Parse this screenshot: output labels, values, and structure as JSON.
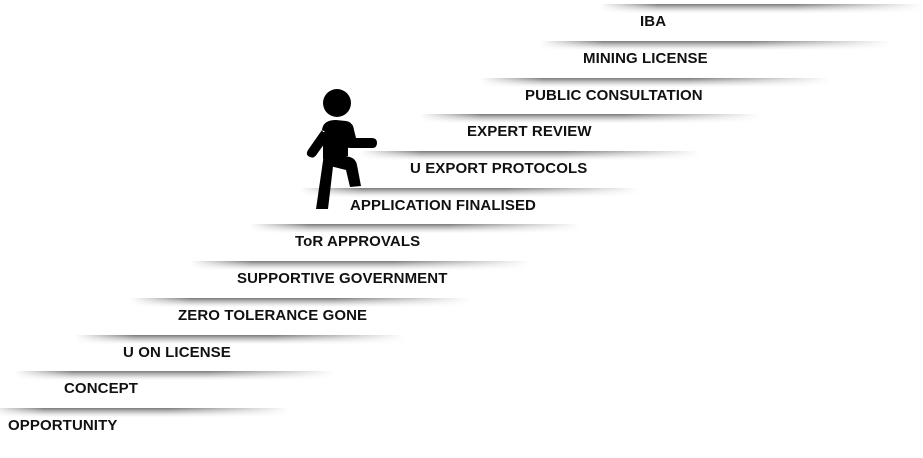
{
  "steps": [
    {
      "label": "OPPORTUNITY"
    },
    {
      "label": "CONCEPT"
    },
    {
      "label": "U ON LICENSE"
    },
    {
      "label": "ZERO TOLERANCE GONE"
    },
    {
      "label": "SUPPORTIVE GOVERNMENT"
    },
    {
      "label": "ToR APPROVALS"
    },
    {
      "label": "APPLICATION FINALISED"
    },
    {
      "label": "U EXPORT PROTOCOLS"
    },
    {
      "label": "EXPERT REVIEW"
    },
    {
      "label": "PUBLIC CONSULTATION"
    },
    {
      "label": "MINING LICENSE"
    },
    {
      "label": "IBA"
    }
  ],
  "figure": {
    "icon": "person-walking-up-stairs-icon",
    "current_step": "APPLICATION FINALISED"
  },
  "colors": {
    "text": "#111111",
    "figure": "#000000",
    "tread": "#8a8a8a"
  }
}
